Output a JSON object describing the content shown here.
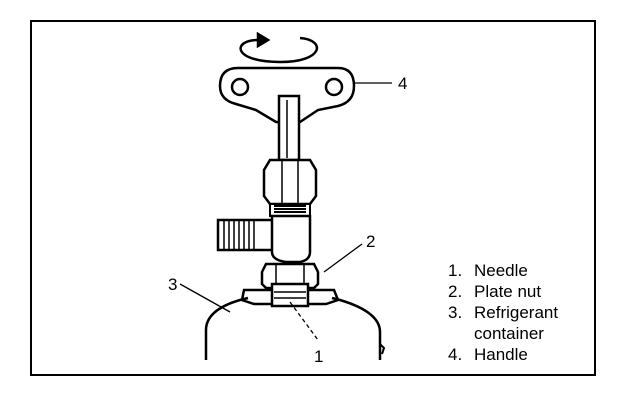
{
  "callouts": {
    "handle": "4",
    "plate_nut": "2",
    "container": "3",
    "needle": "1"
  },
  "legend": [
    {
      "num": "1.",
      "text": "Needle"
    },
    {
      "num": "2.",
      "text": "Plate nut"
    },
    {
      "num": "3.",
      "text": "Refrigerant",
      "cont": "container"
    },
    {
      "num": "4.",
      "text": "Handle"
    }
  ]
}
